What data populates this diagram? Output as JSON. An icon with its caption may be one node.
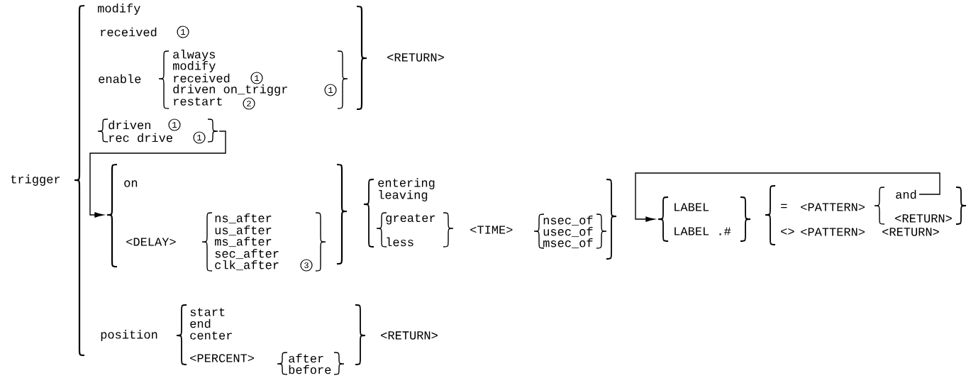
{
  "diagram": {
    "nodes": [
      {
        "text": [],
        "shape": "brace"
      },
      {
        "text": [],
        "shape": "brace"
      },
      {
        "text": [
          "and"
        ]
      },
      {
        "text": [],
        "shape": "brace"
      }
    ],
    "edges": [
      {
        "from": 0,
        "to": 1,
        "arrow": "to"
      },
      {
        "from": 2,
        "to": 3,
        "arrow": "to"
      }
    ],
    "labels": [
      "modify",
      "received",
      "1",
      "always",
      "<RETURN>",
      "modify",
      "enable",
      "received",
      "1",
      "driven on_triggr",
      "1",
      "restart",
      "2",
      "driven",
      "1",
      "rec drive",
      "1",
      "trigger",
      "on",
      "entering",
      "leaving",
      "LABEL",
      "=",
      "<PATTERN>",
      "ns_after",
      "greater",
      "nsec_of",
      "<RETURN>",
      "us_after",
      "<TIME>",
      "usec_of",
      "LABEL .#",
      "<>",
      "<PATTERN>",
      "<RETURN>",
      "<DELAY>",
      "ms_after",
      "less",
      "msec_of",
      "sec_after",
      "clk_after",
      "3",
      "start",
      "end",
      "position",
      "center",
      "<RETURN>",
      "<PERCENT>",
      "after",
      "before"
    ]
  }
}
